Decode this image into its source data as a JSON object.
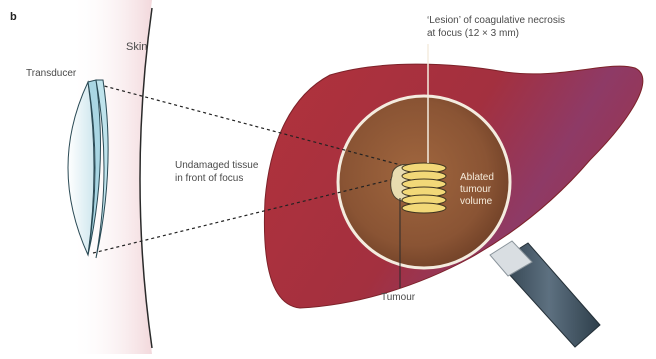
{
  "figure": {
    "panel_label": "b",
    "labels": {
      "skin": "Skin",
      "transducer": "Transducer",
      "lesion_line1": "‘Lesion’ of coagulative necrosis",
      "lesion_line2": "at focus (12 × 3 mm)",
      "undamaged_line1": "Undamaged tissue",
      "undamaged_line2": "in front of focus",
      "ablated_line1": "Ablated",
      "ablated_line2": "tumour",
      "ablated_line3": "volume",
      "tumour": "Tumour"
    }
  },
  "colors": {
    "liver_red": "#b0303a",
    "liver_purple": "#8a3a6a",
    "magnified_brown": "#8a5534",
    "lesion_yellow": "#f2d878",
    "tumour_tan": "#e8dcb0",
    "transducer_blue": "#bfe0ea",
    "skin_pink": "#f3d8dc",
    "handle_dark": "#3d4f5c"
  }
}
